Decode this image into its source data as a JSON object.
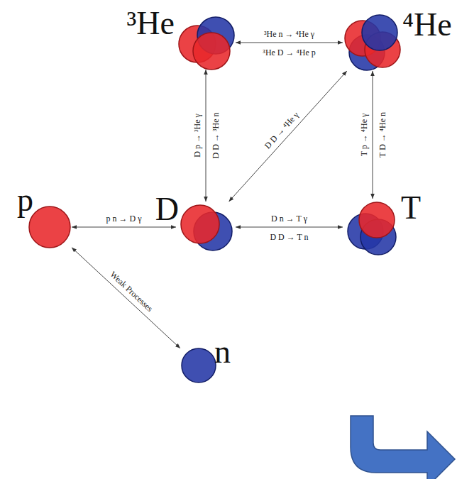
{
  "diagram": {
    "nodes": [
      {
        "text": [
          "³He"
        ]
      },
      {
        "text": [
          "⁴He"
        ]
      },
      {
        "text": [
          "p"
        ]
      },
      {
        "text": [
          "D"
        ]
      },
      {
        "text": [
          "T"
        ]
      },
      {
        "text": [
          "n"
        ]
      }
    ],
    "edges": [
      {
        "from": 2,
        "to": 3,
        "arrow": "both",
        "label": "p n → D γ"
      },
      {
        "from": 0,
        "to": 1,
        "arrow": "both",
        "label": "³He n → ⁴He γ"
      },
      {
        "from": 3,
        "to": 0,
        "arrow": "both",
        "label": "D p → ³He γ"
      },
      {
        "from": 3,
        "to": 1,
        "arrow": "both",
        "label": "D D → ⁴He γ"
      },
      {
        "from": 4,
        "to": 1,
        "arrow": "both",
        "label": "T p → ⁴He γ"
      },
      {
        "from": 3,
        "to": 4,
        "arrow": "both",
        "label": "D n → T γ"
      },
      {
        "from": 2,
        "to": 5,
        "arrow": "both",
        "label": "Weak Processes"
      }
    ],
    "labels": [
      "³He D → ⁴He p",
      "D D → ³He n",
      "T D → ⁴He n",
      "D D → T n"
    ]
  }
}
